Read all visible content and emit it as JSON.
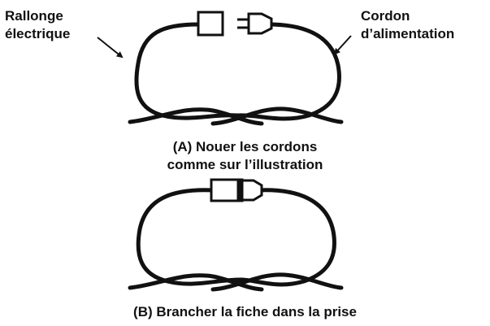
{
  "labels": {
    "extension_cord": [
      "Rallonge",
      "électrique"
    ],
    "power_cord": [
      "Cordon",
      "d’alimentation"
    ]
  },
  "steps": [
    {
      "caption": [
        "(A) Nouer les cordons",
        "comme sur l’illustration"
      ]
    },
    {
      "caption": [
        "(B) Brancher la fiche dans la prise"
      ]
    }
  ],
  "colors": {
    "stroke": "#111111",
    "background": "#ffffff"
  }
}
